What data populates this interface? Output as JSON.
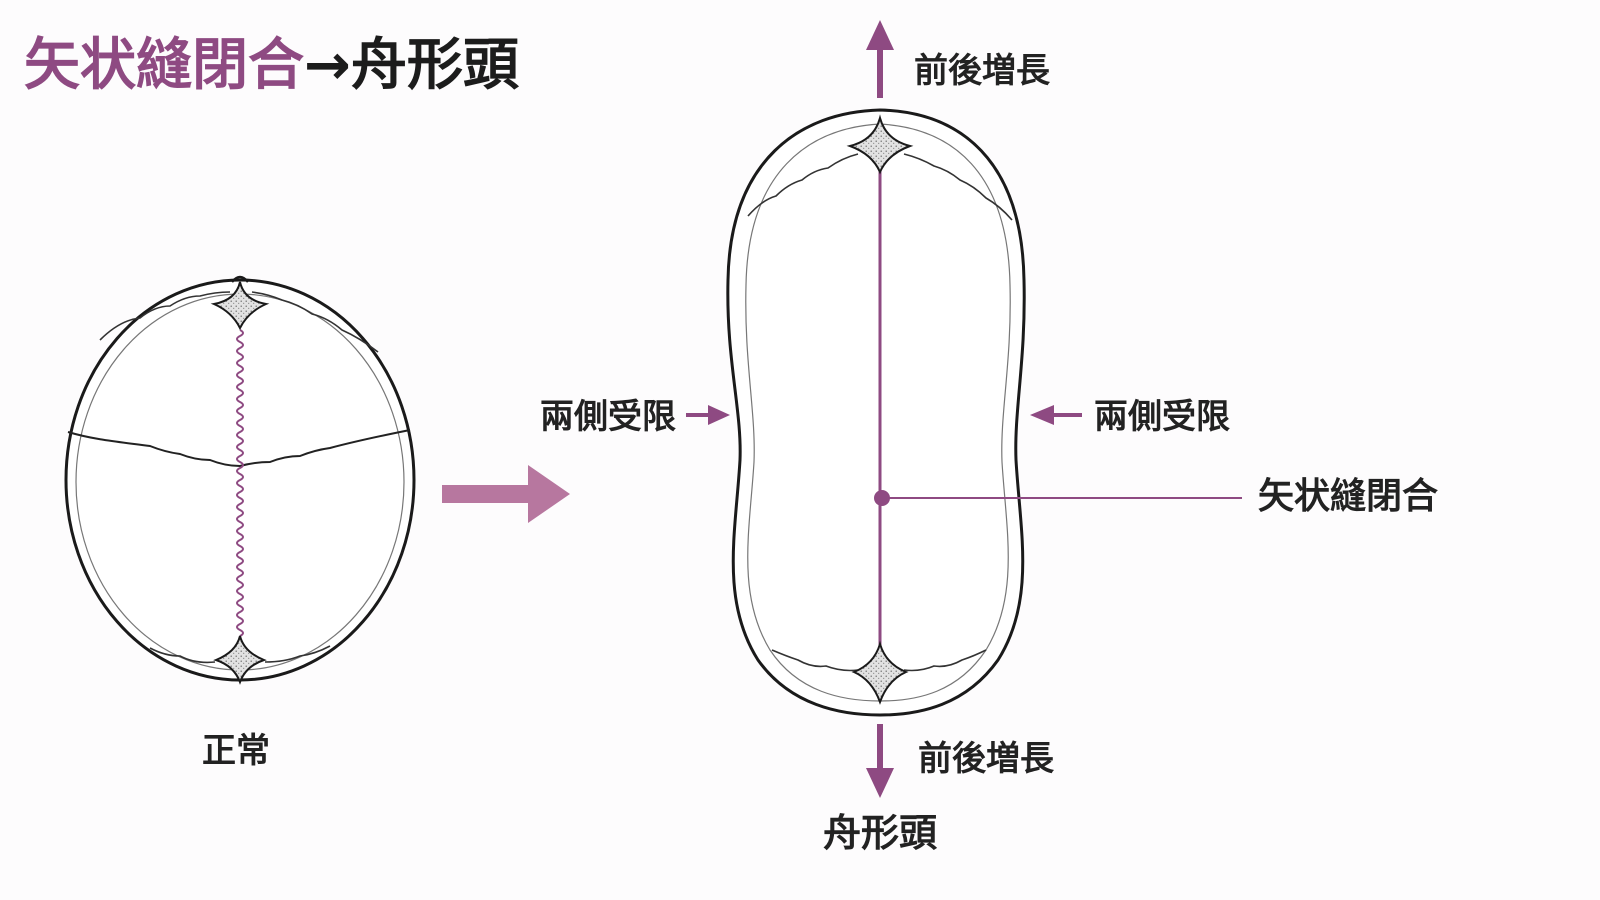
{
  "title": {
    "part_accent": "矢状縫閉合",
    "arrow": "→",
    "part_main": "舟形頭"
  },
  "labels": {
    "normal": "正常",
    "scaphocephaly": "舟形頭",
    "growth_top": "前後増長",
    "growth_bottom": "前後増長",
    "restrict_left": "兩側受限",
    "restrict_right": "兩側受限",
    "closure": "矢状縫閉合"
  },
  "colors": {
    "accent": "#8e4a82",
    "transition_arrow": "#b7779f",
    "outline": "#1a1a1a",
    "text": "#222222"
  }
}
